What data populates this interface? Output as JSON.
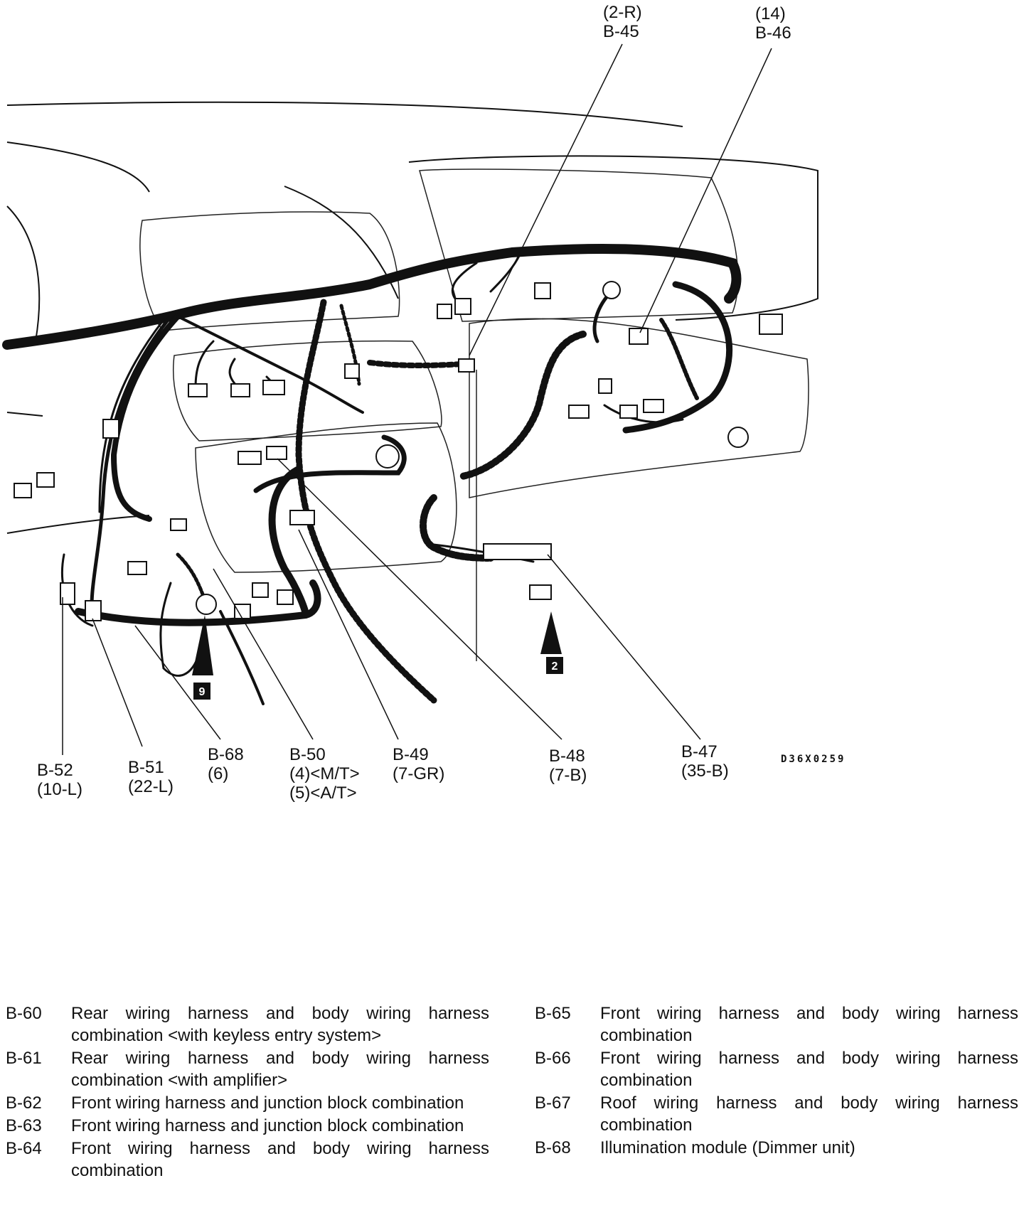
{
  "callouts": {
    "b45": {
      "spec": "(2-R)",
      "id": "B-45"
    },
    "b46": {
      "spec": "(14)",
      "id": "B-46"
    },
    "b52": {
      "id": "B-52",
      "spec": "(10-L)"
    },
    "b51": {
      "id": "B-51",
      "spec": "(22-L)"
    },
    "b68": {
      "id": "B-68",
      "spec": "(6)"
    },
    "b50": {
      "id": "B-50",
      "spec": "(4)<M/T>",
      "spec2": "(5)<A/T>"
    },
    "b49": {
      "id": "B-49",
      "spec": "(7-GR)"
    },
    "b48": {
      "id": "B-48",
      "spec": "(7-B)"
    },
    "b47": {
      "id": "B-47",
      "spec": "(35-B)"
    }
  },
  "markers": {
    "m2": "2",
    "m9": "9"
  },
  "figure_code": "D36X0259",
  "legend_left": [
    {
      "id": "B-60",
      "desc": "Rear wiring harness and body wiring harness combination <with keyless entry system>"
    },
    {
      "id": "B-61",
      "desc": "Rear wiring harness and body wiring harness combination <with amplifier>"
    },
    {
      "id": "B-62",
      "desc": "Front wiring harness and junction block combination"
    },
    {
      "id": "B-63",
      "desc": "Front wiring harness and junction block combination"
    },
    {
      "id": "B-64",
      "desc": "Front wiring harness and body wiring harness combination"
    }
  ],
  "legend_right": [
    {
      "id": "B-65",
      "desc": "Front wiring harness and body wiring harness combination"
    },
    {
      "id": "B-66",
      "desc": "Front wiring harness and body wiring harness combination"
    },
    {
      "id": "B-67",
      "desc": "Roof wiring harness and body wiring harness combination"
    },
    {
      "id": "B-68",
      "desc": "Illumination module (Dimmer unit)"
    }
  ]
}
